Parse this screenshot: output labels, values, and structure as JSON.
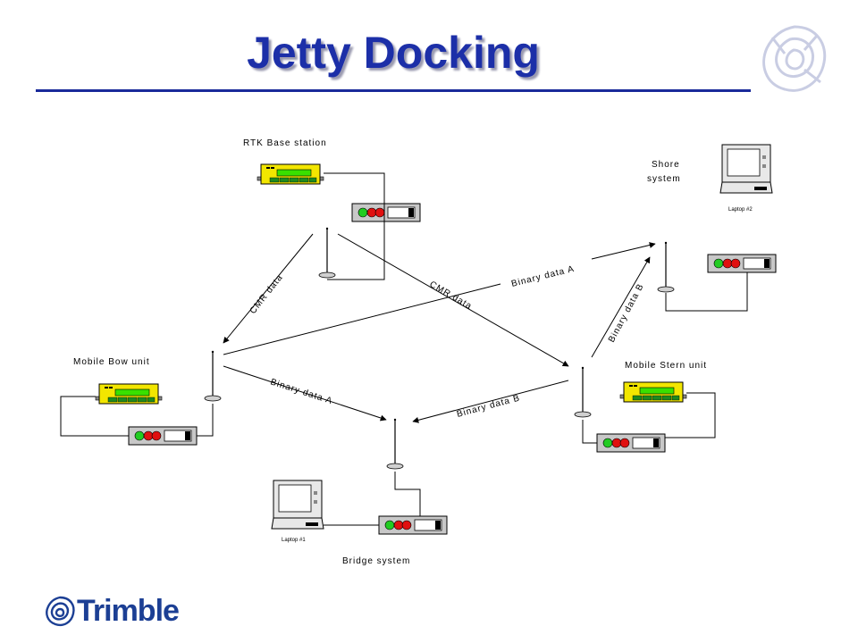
{
  "title": "Jetty Docking",
  "brand": {
    "name": "Trimble"
  },
  "labels": {
    "rtk_base": "RTK Base station",
    "shore_line1": "Shore",
    "shore_line2": "system",
    "laptop2": "Laptop #2",
    "mobile_bow": "Mobile Bow unit",
    "mobile_stern": "Mobile Stern unit",
    "laptop1": "Laptop #1",
    "bridge": "Bridge system"
  },
  "links": {
    "cmr_bow": "CMR data",
    "cmr_stern": "CMR data",
    "binary_a_shore": "Binary data A",
    "binary_b_shore": "Binary data B",
    "binary_a_bridge": "Binary data A",
    "binary_b_bridge": "Binary data B"
  },
  "colors": {
    "title": "#1c2fa8",
    "receiver_yellow": "#f2e600",
    "receiver_screen": "#39e000",
    "led_green": "#22cc22",
    "led_red": "#e01010"
  }
}
